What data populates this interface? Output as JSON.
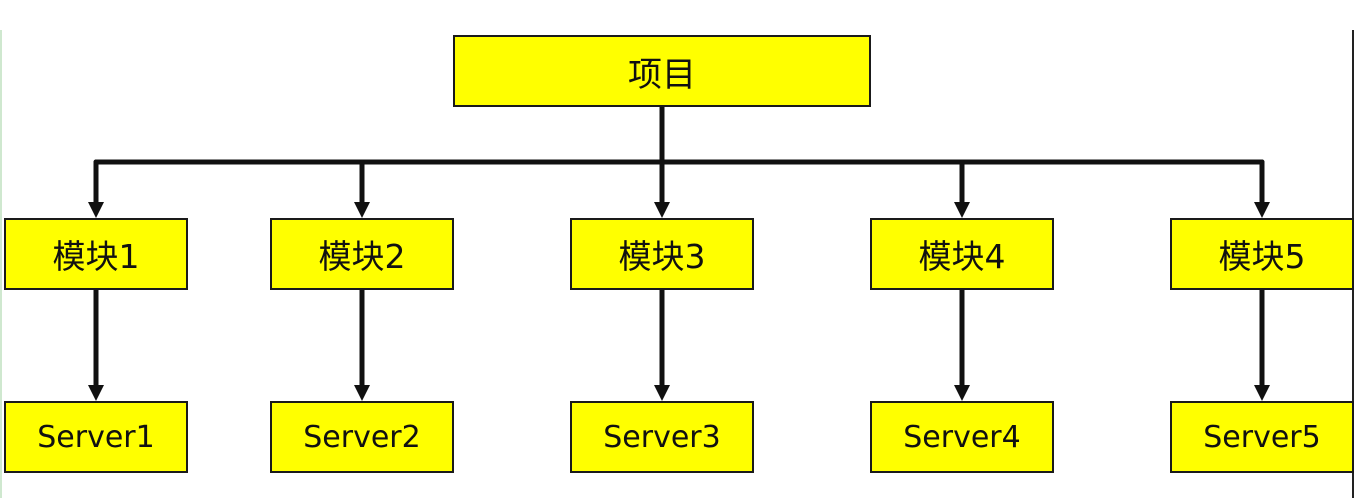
{
  "colors": {
    "box_fill": "#ffff00",
    "box_border": "#1a1a1a",
    "connector": "#111111"
  },
  "root": {
    "label": "项目"
  },
  "modules": [
    {
      "label": "模块1",
      "server": "Server1"
    },
    {
      "label": "模块2",
      "server": "Server2"
    },
    {
      "label": "模块3",
      "server": "Server3"
    },
    {
      "label": "模块4",
      "server": "Server4"
    },
    {
      "label": "模块5",
      "server": "Server5"
    }
  ]
}
